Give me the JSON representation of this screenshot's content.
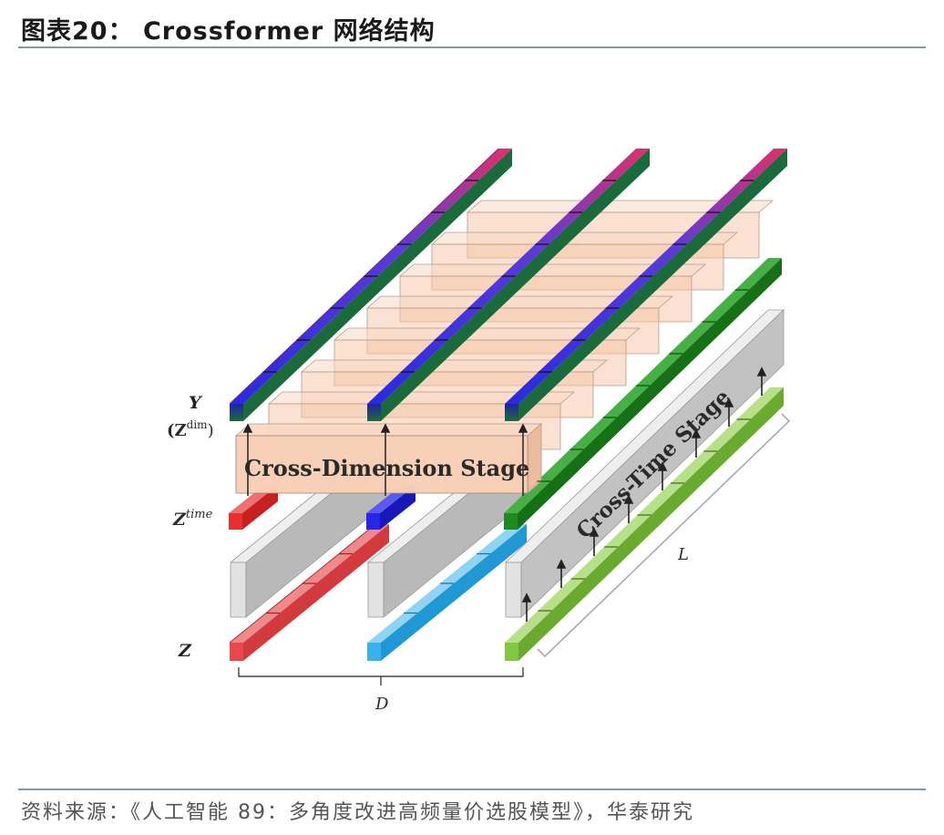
{
  "title": "图表20： Crossformer 网络结构",
  "source": "资料来源：《人工智能 89：多角度改进高频量价选股模型》，华泰研究",
  "diagram": {
    "stage_dim": "Cross-Dimension Stage",
    "stage_time": "Cross-Time Stage",
    "label_y": "Y",
    "label_zdim": "(Z",
    "label_zdim_sup": "dim",
    "label_zdim_close": ")",
    "label_ztime": "Z",
    "label_ztime_sup": "time",
    "label_z": "Z",
    "label_d": "D",
    "label_l": "L"
  }
}
